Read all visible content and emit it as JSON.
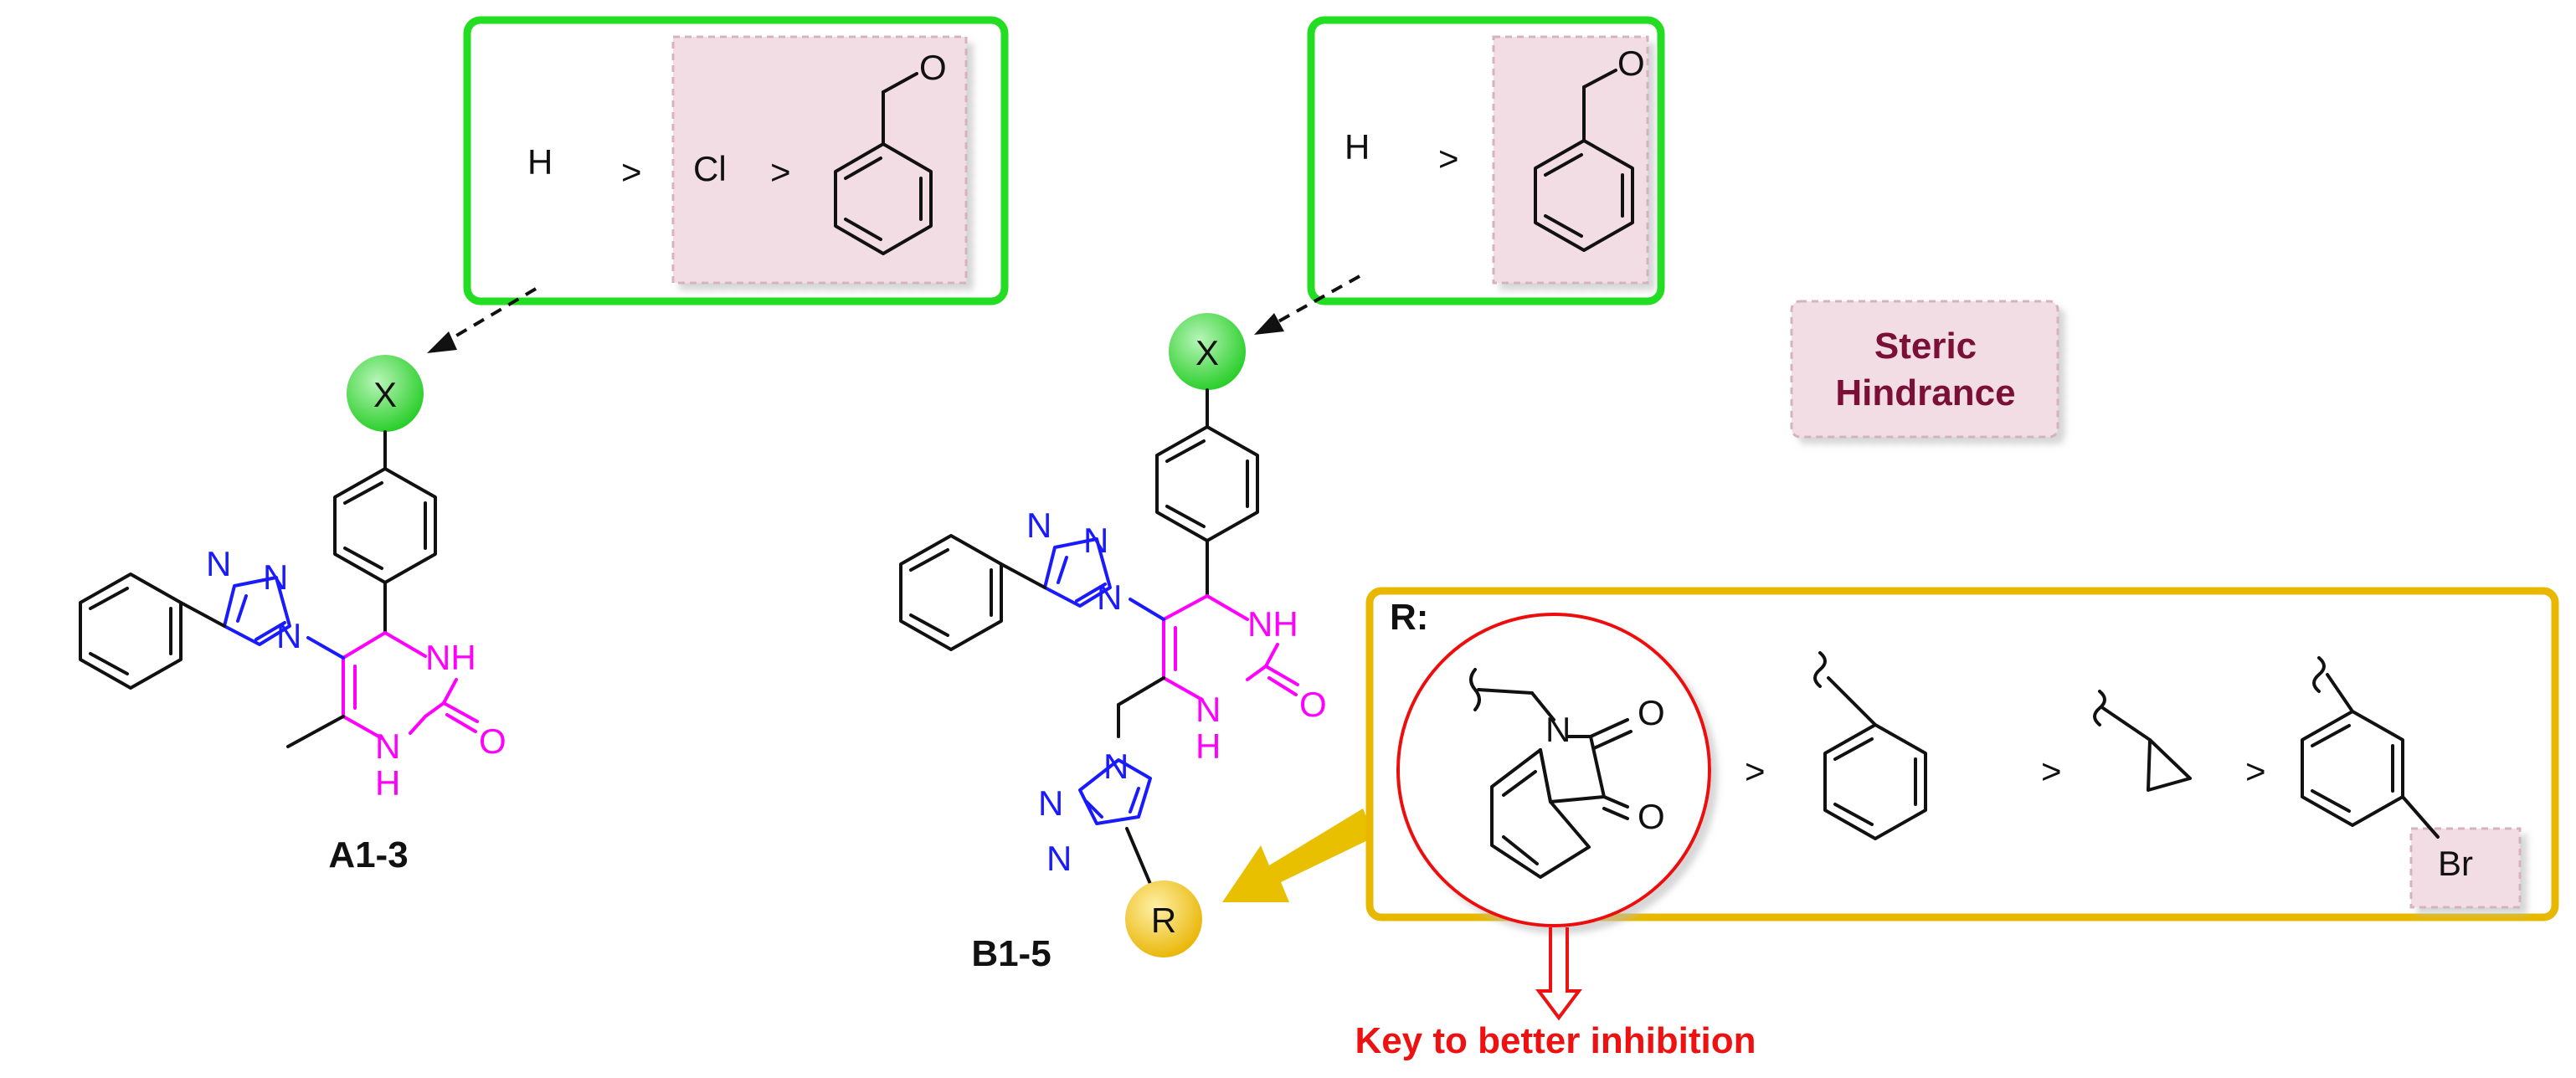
{
  "colors": {
    "green_box": "#22dd22",
    "yellow_box": "#e8b800",
    "steric_fill": "#f3dde5",
    "steric_text": "#7a1035",
    "triazole": "#1a1aff",
    "pyrimidinone": "#ff00ff",
    "red_highlight": "#ee1111",
    "x_substituent_circle": "#5ee05e",
    "r_substituent_circle": "#f4c430"
  },
  "box_a": {
    "h_label": "H",
    "gt1": ">",
    "cl_label": "Cl",
    "gt2": ">",
    "o_label": "O"
  },
  "box_b": {
    "h_label": "H",
    "gt1": ">",
    "o_label": "O"
  },
  "steric": {
    "line1": "Steric",
    "line2": "Hindrance"
  },
  "compound_a": {
    "x_label": "X",
    "n1": "N",
    "n2": "N",
    "n3": "N",
    "nh_top": "NH",
    "nh_bottom": "N",
    "h_bottom": "H",
    "carbonyl_o": "O",
    "name": "A1-3"
  },
  "compound_b": {
    "x_label": "X",
    "n1": "N",
    "n2": "N",
    "n3": "N",
    "nh_top": "NH",
    "nh_bottom": "N",
    "h_bottom": "H",
    "carbonyl_o": "O",
    "n4": "N",
    "n5": "N",
    "n6": "N",
    "r_label": "R",
    "name": "B1-5"
  },
  "r_box": {
    "title": "R:",
    "isatin_n": "N",
    "isatin_o1": "O",
    "isatin_o2": "O",
    "gt1": ">",
    "gt2": ">",
    "gt3": ">",
    "br_label": "Br"
  },
  "key_text": "Key to better inhibition"
}
